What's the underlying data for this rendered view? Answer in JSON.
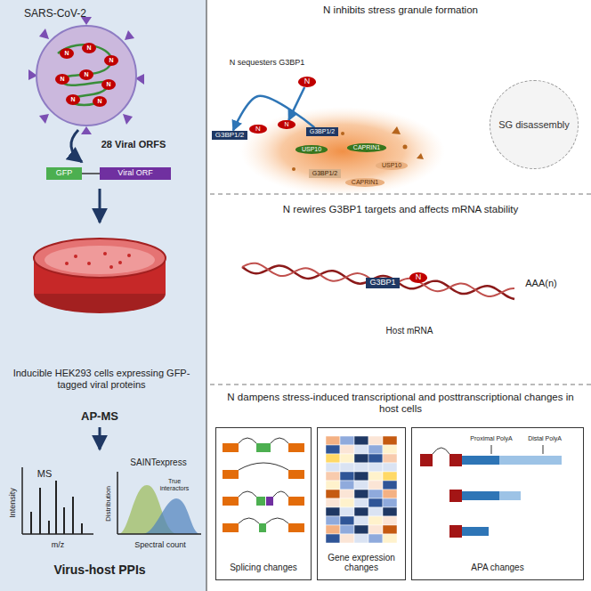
{
  "diagram": {
    "nodes": [
      {
        "text": [
          "GFP"
        ]
      },
      {
        "text": [
          "Viral ORF"
        ]
      },
      {
        "text": [
          "G3BP1/2"
        ]
      },
      {
        "text": [
          "N"
        ]
      },
      {
        "text": [
          "N"
        ]
      },
      {
        "text": [
          "G3BP1/2"
        ]
      },
      {
        "text": [
          "N"
        ]
      },
      {
        "text": [
          "USP10"
        ]
      },
      {
        "text": [
          "CAPRIN1"
        ]
      },
      {
        "text": [
          "USP10"
        ]
      },
      {
        "text": [
          "G3BP1/2"
        ]
      },
      {
        "text": [
          "CAPRIN1"
        ]
      },
      {
        "text": [
          "SG disassembly"
        ]
      },
      {
        "text": [
          "G3BP1"
        ]
      },
      {
        "text": [
          "N"
        ]
      },
      {
        "text": [
          "Splicing changes"
        ]
      },
      {
        "text": [
          "Gene expression changes"
        ]
      },
      {
        "text": [
          "APA changes"
        ]
      }
    ],
    "edges": [
      {
        "from": 5,
        "to": 2,
        "arrow": "to"
      },
      {
        "from": 4,
        "to": 6,
        "arrow": "to"
      }
    ],
    "labels": [
      "SARS-CoV-2",
      "N",
      "N",
      "N",
      "N",
      "N",
      "N",
      "N",
      "N",
      "28 Viral ORFS",
      "Inducible HEK293 cells expressing GFP-tagged viral proteins",
      "AP-MS",
      "MS",
      "Intensity",
      "m/z",
      "SAINTexpress",
      "Distribution",
      "True interactors",
      "Spectral count",
      "Virus-host PPIs",
      "N inhibits stress granule formation",
      "N sequesters G3BP1",
      "N rewires G3BP1 targets and affects mRNA stability",
      "Host mRNA",
      "AAA(n)",
      "N dampens stress-induced transcriptional and posttranscriptional changes in host cells",
      "Proximal PolyA",
      "Distal PolyA"
    ]
  }
}
